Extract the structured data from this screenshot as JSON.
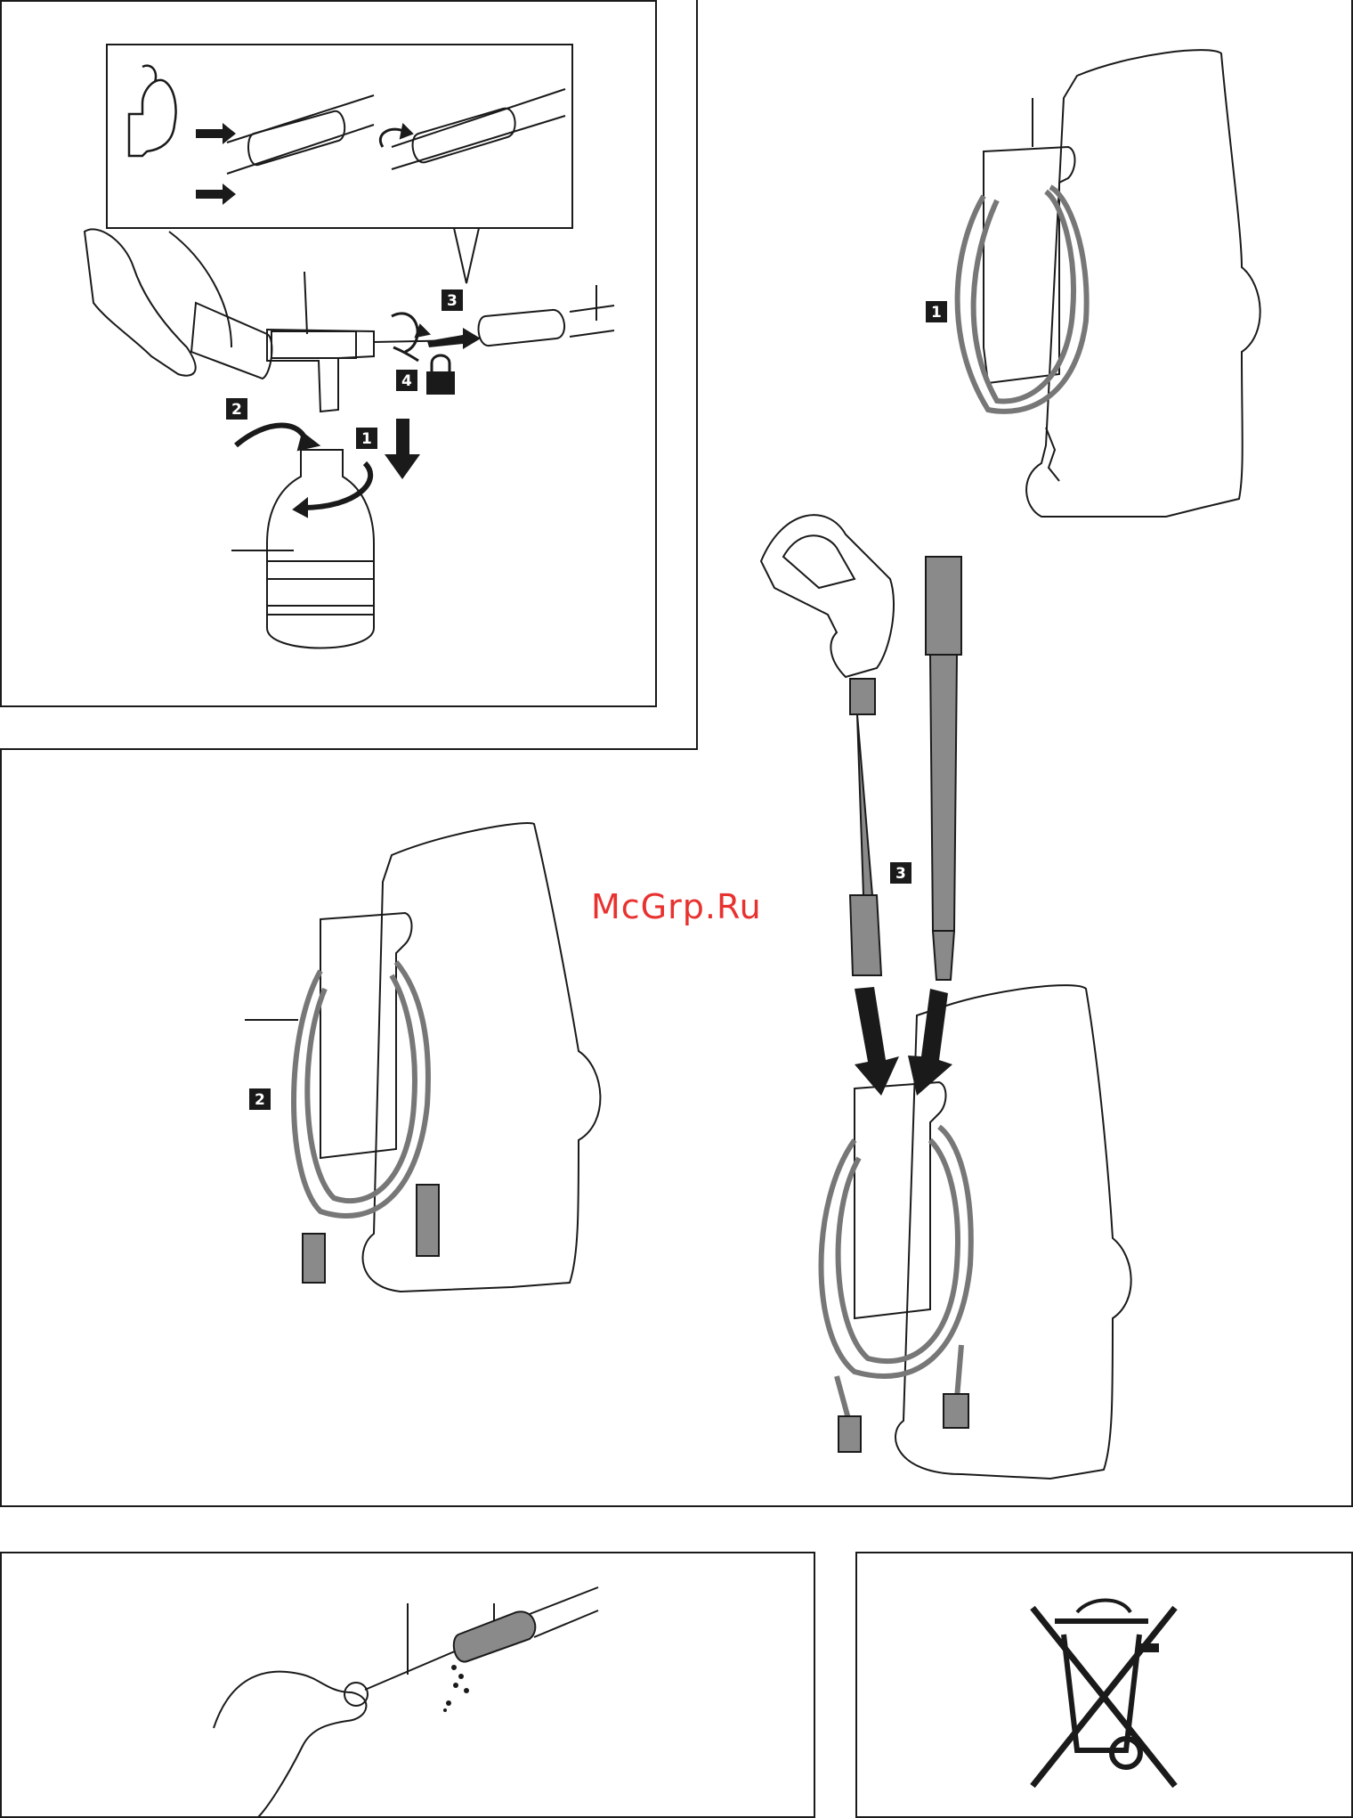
{
  "steps": {
    "p1_step1": "1",
    "p1_step2": "2",
    "p1_step3": "3",
    "p1_step4": "4",
    "p2_step1": "1",
    "p2_step3": "3",
    "p3_step2": "2"
  },
  "watermark": "McGrp.Ru",
  "icons": {
    "strength": "flexed-arm-icon",
    "lock": "padlock-icon",
    "disposal": "crossed-out-wheelie-bin-icon"
  },
  "colors": {
    "line": "#1a1a1a",
    "hose": "#8a8a8a",
    "watermark": "#e8322f"
  }
}
